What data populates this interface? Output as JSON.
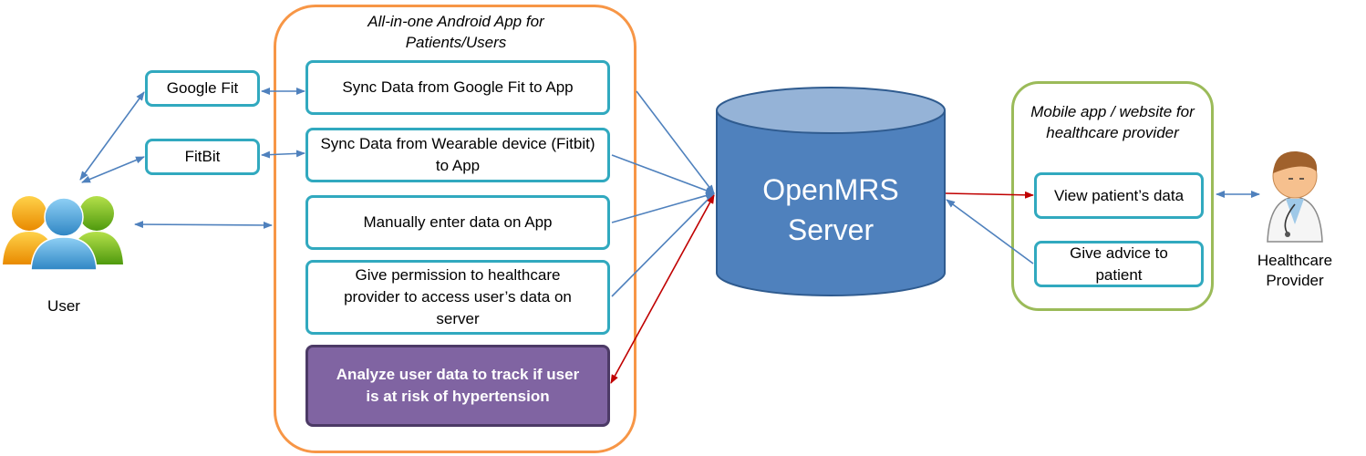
{
  "app_container": {
    "title": "All-in-one Android App for Patients/Users"
  },
  "app_boxes": {
    "sync_google_fit": "Sync Data from Google Fit to App",
    "sync_wearable": "Sync Data from Wearable device (Fitbit) to App",
    "manual_entry": "Manually enter data on App",
    "give_permission": "Give permission to healthcare provider to access user’s data on server",
    "analyze": "Analyze user data to track if user is at risk of hypertension"
  },
  "sources": {
    "google_fit": "Google Fit",
    "fitbit": "FitBit"
  },
  "user": {
    "label": "User"
  },
  "server": {
    "label": "OpenMRS Server"
  },
  "provider_container": {
    "title": "Mobile app / website for healthcare provider"
  },
  "provider_boxes": {
    "view_data": "View patient’s data",
    "give_advice": "Give advice to patient"
  },
  "provider": {
    "label": "Healthcare Provider"
  },
  "colors": {
    "box_border": "#31a9bf",
    "orange_container": "#f79646",
    "green_container": "#9bbb59",
    "server_fill": "#4f81bd",
    "purple_box": "#8064a2",
    "blue_arrow": "#4f81bd",
    "red_arrow": "#c00000"
  }
}
